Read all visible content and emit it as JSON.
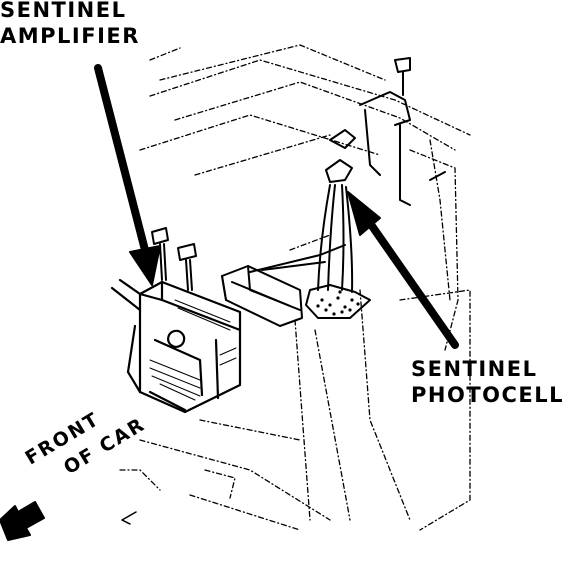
{
  "callouts": {
    "amplifier": {
      "line1": "SENTINEL",
      "line2": "AMPLIFIER"
    },
    "photocell": {
      "line1": "SENTINEL",
      "line2": "PHOTOCELL"
    },
    "front_of_car": {
      "line1": "FRONT",
      "line2": "OF CAR"
    }
  },
  "colors": {
    "ink": "#000000",
    "paper": "#ffffff"
  }
}
